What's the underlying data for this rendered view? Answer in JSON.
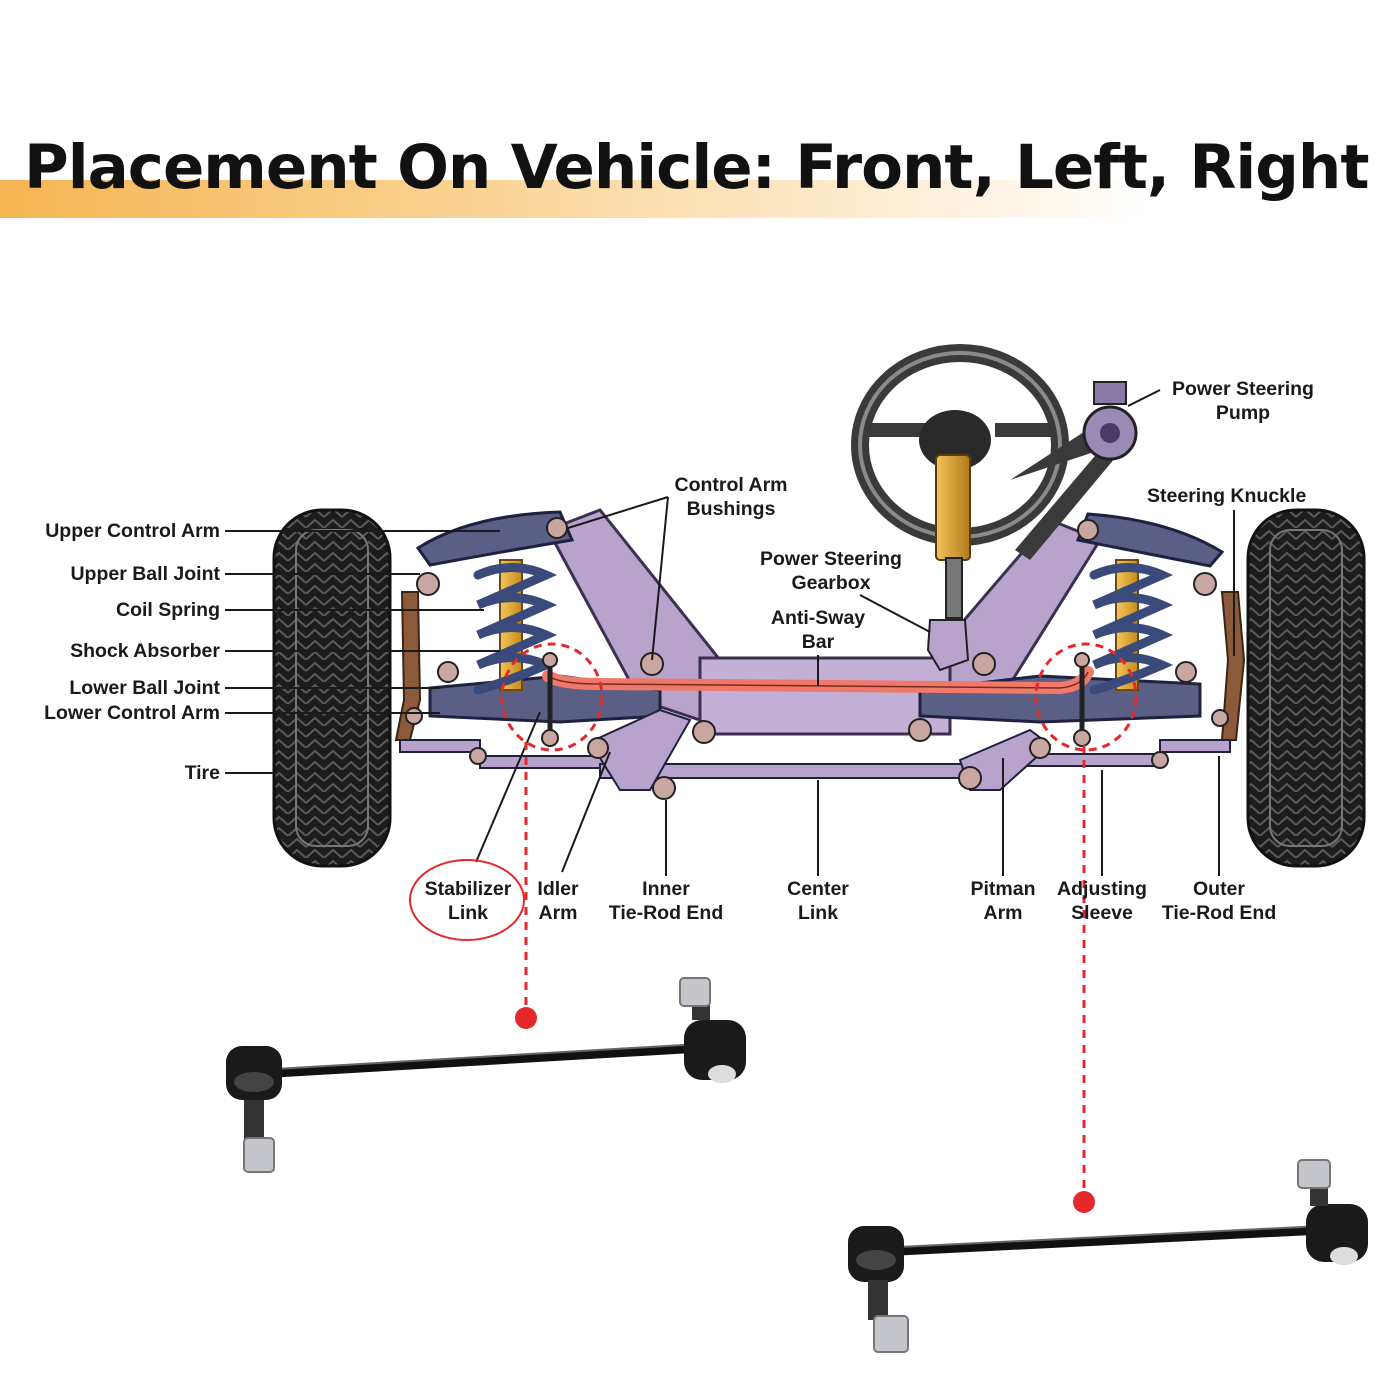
{
  "title": "Placement On Vehicle: Front, Left, Right",
  "labels": {
    "upper_control_arm": "Upper Control Arm",
    "upper_ball_joint": "Upper Ball Joint",
    "coil_spring": "Coil Spring",
    "shock_absorber": "Shock Absorber",
    "lower_ball_joint": "Lower Ball Joint",
    "lower_control_arm": "Lower Control Arm",
    "tire": "Tire",
    "control_arm_bushings": [
      "Control Arm",
      "Bushings"
    ],
    "power_steering_gearbox": [
      "Power Steering",
      "Gearbox"
    ],
    "anti_sway_bar": [
      "Anti-Sway",
      "Bar"
    ],
    "power_steering_pump": [
      "Power Steering",
      "Pump"
    ],
    "steering_knuckle": "Steering Knuckle",
    "stabilizer_link": [
      "Stabilizer",
      "Link"
    ],
    "idler_arm": [
      "Idler",
      "Arm"
    ],
    "inner_tie_rod_end": [
      "Inner",
      "Tie-Rod End"
    ],
    "center_link": [
      "Center",
      "Link"
    ],
    "pitman_arm": [
      "Pitman",
      "Arm"
    ],
    "adjusting_sleeve": [
      "Adjusting",
      "Sleeve"
    ],
    "outer_tie_rod_end": [
      "Outer",
      "Tie-Rod End"
    ]
  },
  "colors": {
    "title_band": "#f6b553",
    "frame": "#b7a3cc",
    "control_arm": "#5b5f86",
    "sway_bar_highlight": "#f07a6a",
    "callout": "#e4282c",
    "tire": "#1c1c1c",
    "shock": "#e2a93a",
    "spring": "#3a4a7a",
    "knuckle": "#8a5a3a",
    "steering_column": "#c99a3a"
  },
  "icons": [
    "steering-wheel-icon",
    "stabilizer-link-part-icon"
  ]
}
